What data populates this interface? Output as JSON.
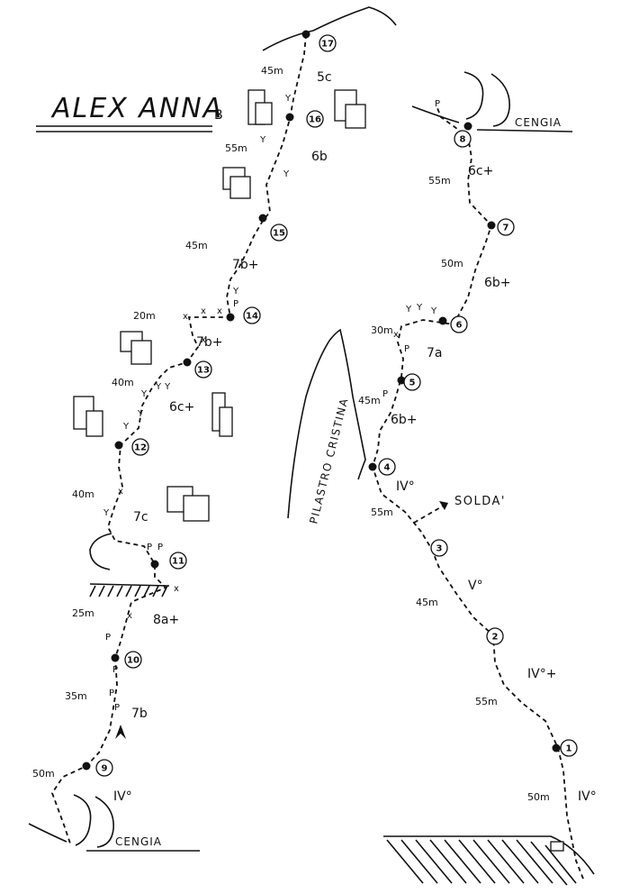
{
  "title": "ALEX ANNA",
  "title_suffix": "B",
  "ledge_label": "CENGIA",
  "pillar_label": "PILASTRO CRISTINA",
  "soldà_label": "SOLDA'",
  "lower_route": {
    "belays": [
      "1",
      "2",
      "3",
      "4",
      "5",
      "6",
      "7",
      "8"
    ],
    "lengths": [
      "50m",
      "55m",
      "45m",
      "55m",
      "45m",
      "30m",
      "50m",
      "55m"
    ],
    "grades": [
      "IV°",
      "IV°+",
      "V°",
      "IV°",
      "6b+",
      "7a",
      "6b+",
      "6c+"
    ]
  },
  "upper_route": {
    "belays": [
      "9",
      "10",
      "11",
      "12",
      "13",
      "14",
      "15",
      "16",
      "17"
    ],
    "lengths": [
      "50m",
      "35m",
      "25m",
      "40m",
      "40m",
      "20m",
      "45m",
      "55m",
      "45m"
    ],
    "grades": [
      "IV°",
      "7b",
      "8a+",
      "7c",
      "6c+",
      "7b+",
      "7b+",
      "6b",
      "5c"
    ]
  },
  "marks": {
    "piton": "P",
    "tree": "Y",
    "bolt": "x"
  }
}
